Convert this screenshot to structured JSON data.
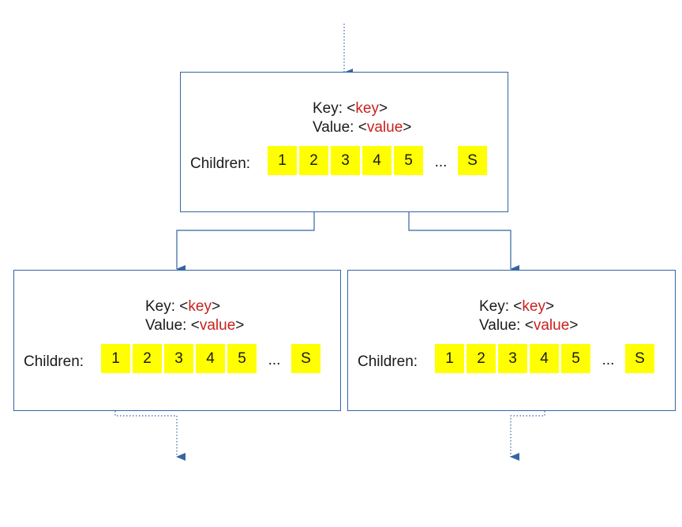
{
  "colors": {
    "border": "#3465a4",
    "slot_fill": "#ffff00",
    "placeholder": "#c9211e",
    "arrow": "#3465a4"
  },
  "nodes": [
    {
      "id": "root",
      "key_prefix": "Key: <",
      "key_placeholder": "key",
      "key_suffix": ">",
      "value_prefix": "Value: <",
      "value_placeholder": "value",
      "value_suffix": ">",
      "children_label": "Children:",
      "slots": [
        "1",
        "2",
        "3",
        "4",
        "5"
      ],
      "ellipsis": "...",
      "last_slot": "S"
    },
    {
      "id": "left",
      "key_prefix": "Key: <",
      "key_placeholder": "key",
      "key_suffix": ">",
      "value_prefix": "Value: <",
      "value_placeholder": "value",
      "value_suffix": ">",
      "children_label": "Children:",
      "slots": [
        "1",
        "2",
        "3",
        "4",
        "5"
      ],
      "ellipsis": "...",
      "last_slot": "S"
    },
    {
      "id": "right",
      "key_prefix": "Key: <",
      "key_placeholder": "key",
      "key_suffix": ">",
      "value_prefix": "Value: <",
      "value_placeholder": "value",
      "value_suffix": ">",
      "children_label": "Children:",
      "slots": [
        "1",
        "2",
        "3",
        "4",
        "5"
      ],
      "ellipsis": "...",
      "last_slot": "S"
    }
  ],
  "edges": [
    {
      "from": "incoming",
      "to": "root",
      "style": "dotted"
    },
    {
      "from": "root.slot.2",
      "to": "left",
      "style": "solid"
    },
    {
      "from": "root.slot.5",
      "to": "right",
      "style": "solid"
    },
    {
      "from": "left.slot.1",
      "to": "outgoing",
      "style": "dotted"
    },
    {
      "from": "right.slot.4",
      "to": "outgoing",
      "style": "dotted"
    }
  ]
}
